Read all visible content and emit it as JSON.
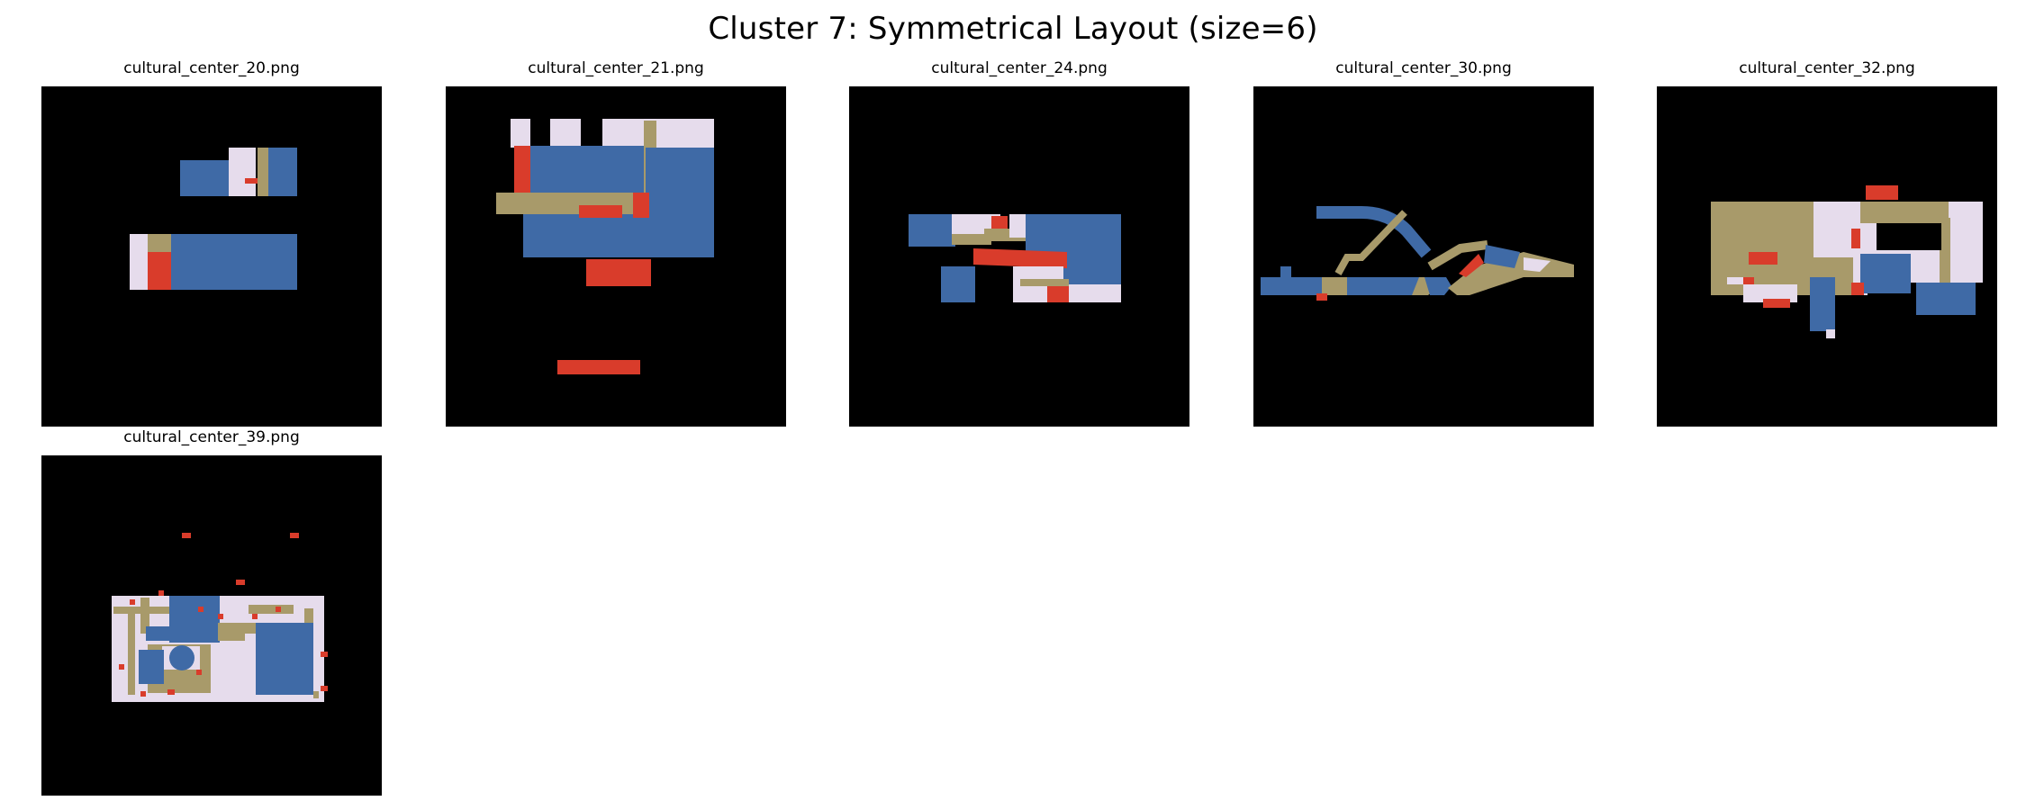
{
  "title": "Cluster 7: Symmetrical Layout (size=6)",
  "palette": {
    "background": "#000000",
    "blue": "#3f6aa6",
    "khaki": "#a89a6a",
    "red": "#d93c2b",
    "lavender": "#e6dcec"
  },
  "images": [
    {
      "filename": "cultural_center_20.png"
    },
    {
      "filename": "cultural_center_21.png"
    },
    {
      "filename": "cultural_center_24.png"
    },
    {
      "filename": "cultural_center_30.png"
    },
    {
      "filename": "cultural_center_32.png"
    },
    {
      "filename": "cultural_center_39.png"
    }
  ]
}
